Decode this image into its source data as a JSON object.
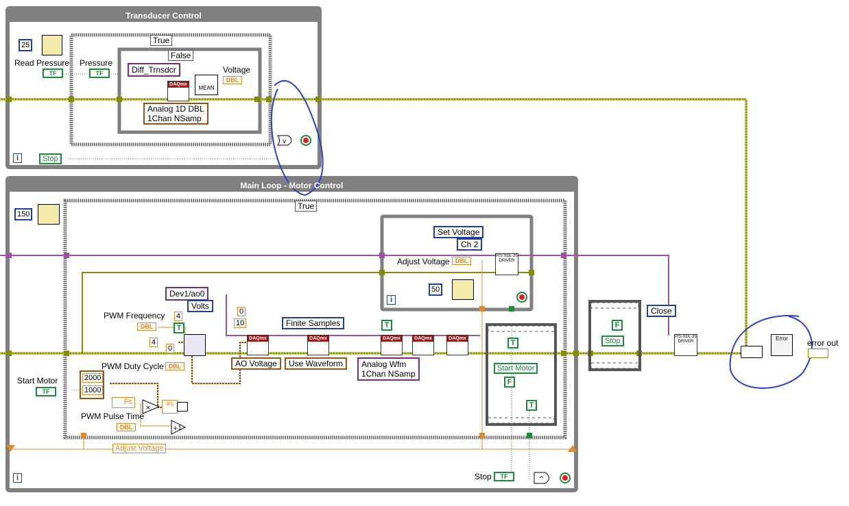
{
  "transducer_loop": {
    "title": "Transducer Control",
    "wait_ms": "25",
    "read_pressure_label": "Read Pressure",
    "pressure_label": "Pressure",
    "case_outer": "True",
    "case_inner": "False",
    "channel": "Diff_Trnsdcr",
    "mean_label": "MEAN",
    "voltage_label": "Voltage",
    "analog_mode": "Analog 1D DBL\n1Chan NSamp",
    "stop_label": "Stop",
    "iteration_label": "i"
  },
  "main_loop": {
    "title": "Main Loop - Motor Control",
    "wait_ms": "150",
    "case_label": "True",
    "set_voltage": "Set Voltage",
    "ch": "Ch 2",
    "adjust_voltage_label": "Adjust Voltage",
    "inner_wait_ms": "50",
    "device": "Dev1/ao0",
    "units": "Volts",
    "pwm_frequency_label": "PWM Frequency",
    "pwm_freq_const": "4",
    "const_4": "4",
    "const_0_top": "0",
    "const_10": "10",
    "const_0_mid": "0",
    "finite_samples": "Finite Samples",
    "ao_voltage": "AO Voltage",
    "use_waveform": "Use Waveform",
    "analog_wfm": "Analog Wfm\n1Chan NSamp",
    "pwm_duty_label": "PWM Duty Cycle",
    "array_vals": [
      "2000",
      "1000"
    ],
    "fs_label": "Fs",
    "start_motor_label": "Start Motor",
    "pwm_pulse_label": "PWM  Pulse Time",
    "start_motor_local": "Start Motor",
    "adjust_voltage_local": "Adjust Voltage",
    "stop_label": "Stop",
    "stop_local": "Stop",
    "close_label": "Close",
    "error_out_label": "error out",
    "error_icon": "Error",
    "driver_text": "P/S XDL-35 DRIVER",
    "iteration_label": "i",
    "true_const": "T",
    "false_const": "F",
    "tf_text": "TF",
    "dbl_text": "DBL",
    "daq_text": "DAQmx",
    "sharp_s": "#s"
  }
}
